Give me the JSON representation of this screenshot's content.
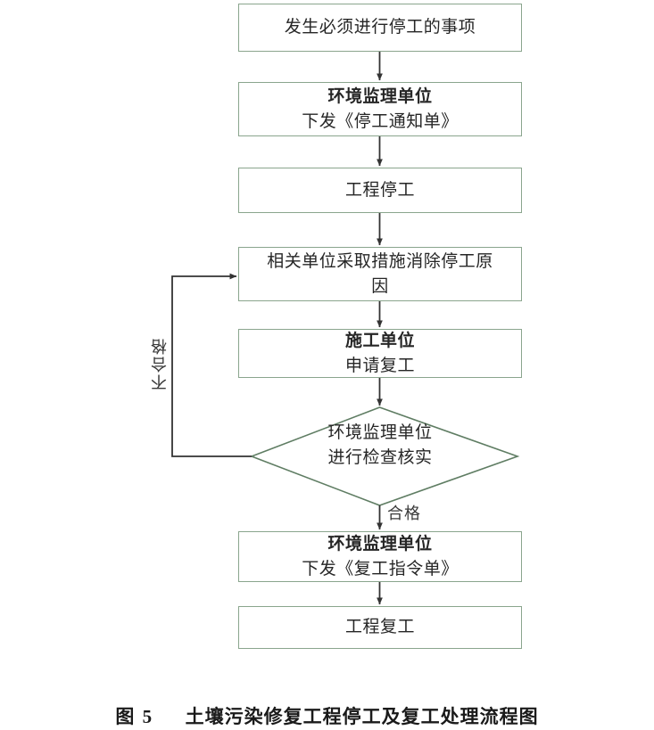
{
  "figure": {
    "caption_prefix": "图",
    "caption_number": "5",
    "caption_title": "土壤污染修复工程停工及复工处理流程图",
    "border_color": "#8aa58d",
    "connector_color": "#333333",
    "background": "#ffffff"
  },
  "chart_data": {
    "type": "diagram",
    "subtype": "flowchart",
    "title": "图 5　土壤污染修复工程停工及复工处理流程图",
    "nodes": [
      {
        "id": "n1",
        "shape": "rect",
        "lines": [
          "发生必须进行停工的事项"
        ],
        "bold": [
          false
        ]
      },
      {
        "id": "n2",
        "shape": "rect",
        "lines": [
          "环境监理单位",
          "下发《停工通知单》"
        ],
        "bold": [
          true,
          false
        ]
      },
      {
        "id": "n3",
        "shape": "rect",
        "lines": [
          "工程停工"
        ],
        "bold": [
          false
        ]
      },
      {
        "id": "n4",
        "shape": "rect",
        "lines": [
          "相关单位采取措施消除停工原",
          "因"
        ],
        "bold": [
          false,
          false
        ]
      },
      {
        "id": "n5",
        "shape": "rect",
        "lines": [
          "施工单位",
          "申请复工"
        ],
        "bold": [
          true,
          false
        ]
      },
      {
        "id": "n6",
        "shape": "diamond",
        "lines": [
          "环境监理单位",
          "进行检查核实"
        ],
        "bold": [
          true,
          false
        ]
      },
      {
        "id": "n7",
        "shape": "rect",
        "lines": [
          "环境监理单位",
          "下发《复工指令单》"
        ],
        "bold": [
          true,
          false
        ]
      },
      {
        "id": "n8",
        "shape": "rect",
        "lines": [
          "工程复工"
        ],
        "bold": [
          false
        ]
      }
    ],
    "edges": [
      {
        "from": "n1",
        "to": "n2",
        "label": ""
      },
      {
        "from": "n2",
        "to": "n3",
        "label": ""
      },
      {
        "from": "n3",
        "to": "n4",
        "label": ""
      },
      {
        "from": "n4",
        "to": "n5",
        "label": ""
      },
      {
        "from": "n5",
        "to": "n6",
        "label": ""
      },
      {
        "from": "n6",
        "to": "n7",
        "label": "合格"
      },
      {
        "from": "n6",
        "to": "n4",
        "label": "不合格"
      },
      {
        "from": "n7",
        "to": "n8",
        "label": ""
      }
    ],
    "labels": {
      "pass": "合格",
      "fail": "不合格"
    }
  },
  "nodes": {
    "n1": {
      "l1": "发生必须进行停工的事项"
    },
    "n2": {
      "l1": "环境监理单位",
      "l2": "下发《停工通知单》"
    },
    "n3": {
      "l1": "工程停工"
    },
    "n4": {
      "l1": "相关单位采取措施消除停工原",
      "l2": "因"
    },
    "n5": {
      "l1": "施工单位",
      "l2": "申请复工"
    },
    "n6": {
      "l1": "环境监理单位",
      "l2": "进行检查核实"
    },
    "n7": {
      "l1": "环境监理单位",
      "l2": "下发《复工指令单》"
    },
    "n8": {
      "l1": "工程复工"
    }
  },
  "edge_labels": {
    "pass": "合格",
    "fail": "不合格"
  }
}
